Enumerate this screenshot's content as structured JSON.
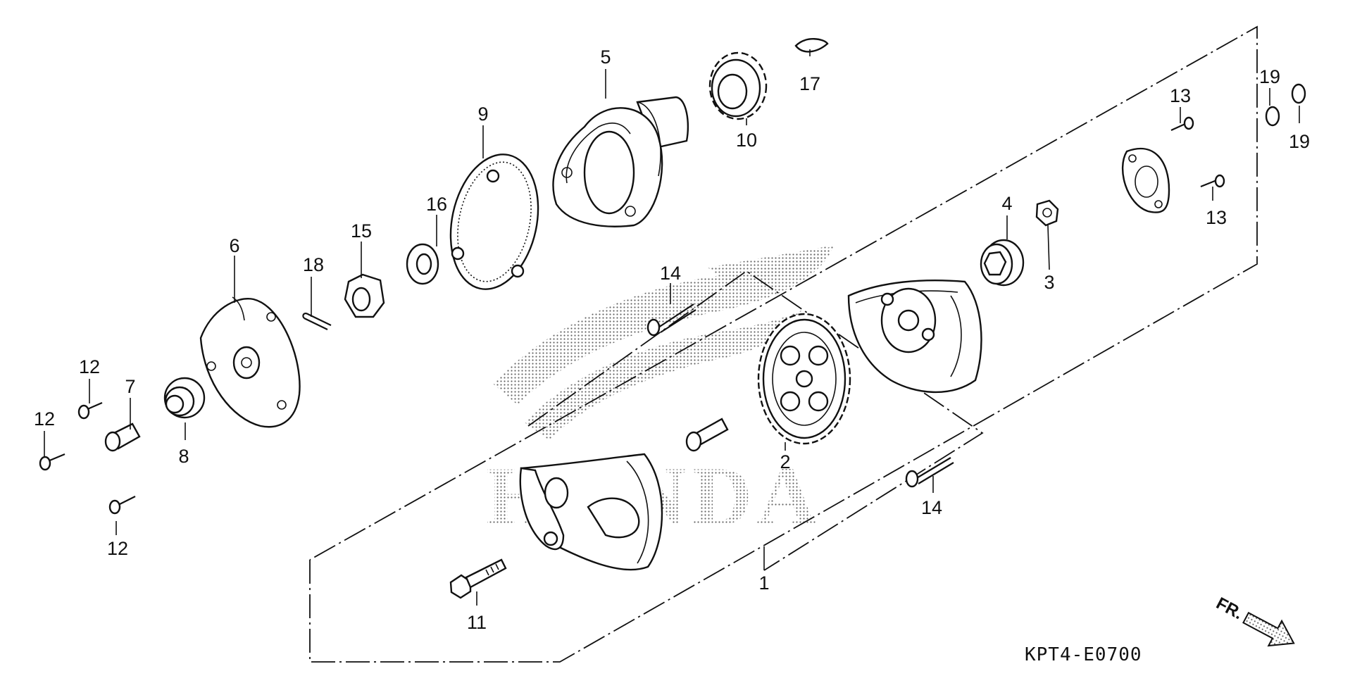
{
  "diagram": {
    "code": "KPT4-E0700",
    "front_marker": "FR.",
    "watermark": "HONDA",
    "callouts": [
      {
        "id": "c1",
        "text": "1"
      },
      {
        "id": "c2",
        "text": "2"
      },
      {
        "id": "c3",
        "text": "3"
      },
      {
        "id": "c4",
        "text": "4"
      },
      {
        "id": "c5",
        "text": "5"
      },
      {
        "id": "c6",
        "text": "6"
      },
      {
        "id": "c7",
        "text": "7"
      },
      {
        "id": "c8",
        "text": "8"
      },
      {
        "id": "c9",
        "text": "9"
      },
      {
        "id": "c10",
        "text": "10"
      },
      {
        "id": "c11",
        "text": "11"
      },
      {
        "id": "c12a",
        "text": "12"
      },
      {
        "id": "c12b",
        "text": "12"
      },
      {
        "id": "c12c",
        "text": "12"
      },
      {
        "id": "c13a",
        "text": "13"
      },
      {
        "id": "c13b",
        "text": "13"
      },
      {
        "id": "c14a",
        "text": "14"
      },
      {
        "id": "c14b",
        "text": "14"
      },
      {
        "id": "c15",
        "text": "15"
      },
      {
        "id": "c16",
        "text": "16"
      },
      {
        "id": "c17",
        "text": "17"
      },
      {
        "id": "c18",
        "text": "18"
      },
      {
        "id": "c19a",
        "text": "19"
      },
      {
        "id": "c19b",
        "text": "19"
      }
    ]
  }
}
